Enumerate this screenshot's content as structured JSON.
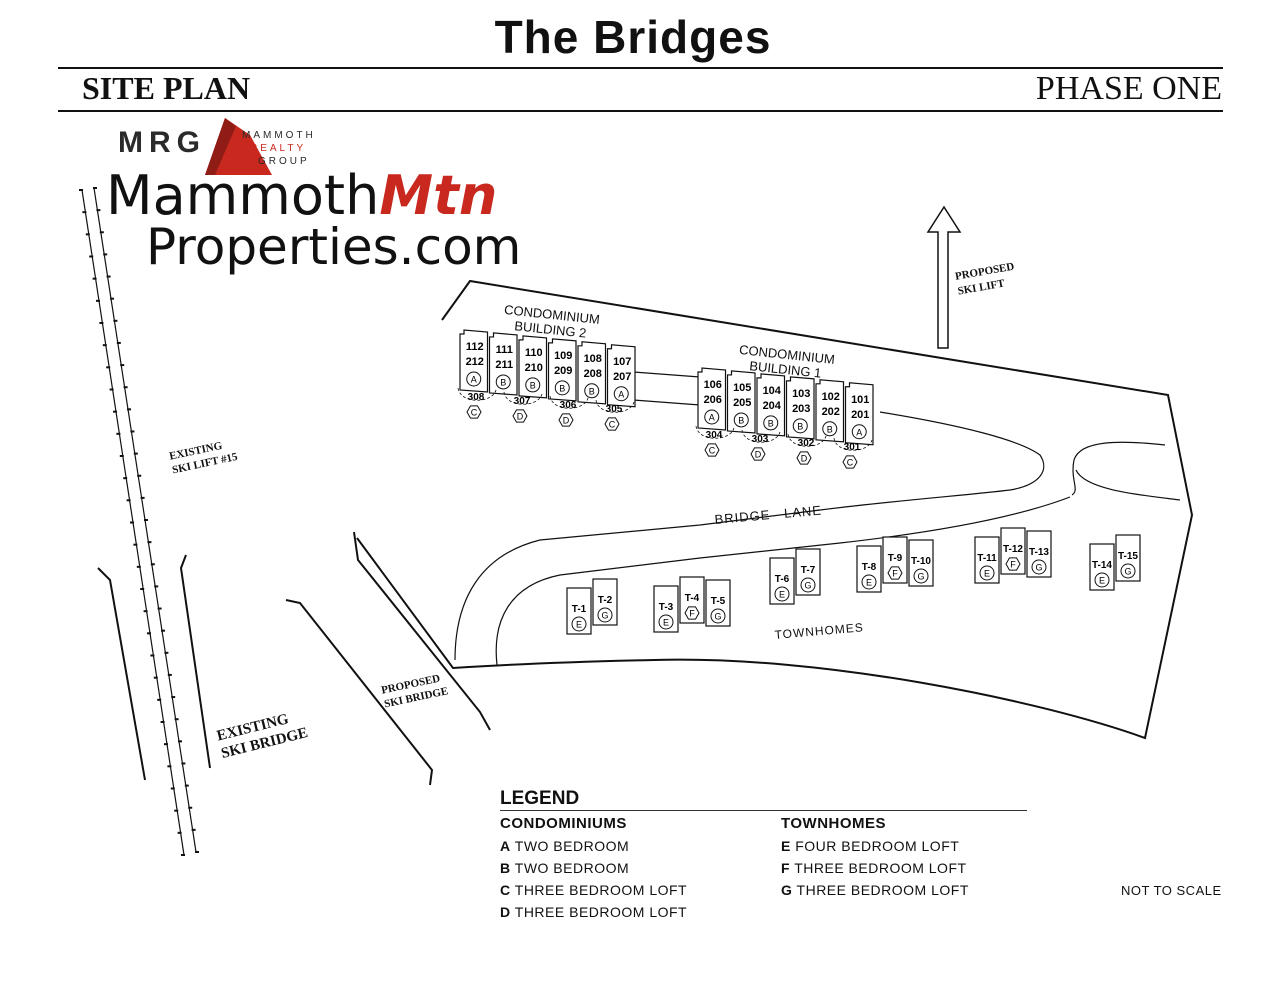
{
  "header": {
    "title": "The Bridges",
    "left_label": "SITE PLAN",
    "right_label": "PHASE ONE"
  },
  "logo": {
    "mrg": "MRG",
    "line1": "MAMMOTH",
    "line2": "REALTY",
    "line3": "GROUP",
    "site_part1": "Mammoth",
    "site_part2": "Mtn",
    "site_part3": "Properties.com",
    "accent_color": "#c8281e"
  },
  "map_labels": {
    "proposed_lift": [
      "PROPOSED",
      "SKI LIFT"
    ],
    "existing_lift": [
      "EXISTING",
      "SKI LIFT #15"
    ],
    "existing_bridge": [
      "EXISTING",
      "SKI BRIDGE"
    ],
    "proposed_bridge": [
      "PROPOSED",
      "SKI BRIDGE"
    ],
    "bridge_lane": "BRIDGE   LANE",
    "townhomes": "TOWNHOMES",
    "building2": [
      "CONDOMINIUM",
      "BUILDING 2"
    ],
    "building1": [
      "CONDOMINIUM",
      "BUILDING 1"
    ]
  },
  "building2_units": [
    {
      "top": "112",
      "bottom": "212",
      "type": "A"
    },
    {
      "top": "111",
      "bottom": "211",
      "type": "B"
    },
    {
      "top": "110",
      "bottom": "210",
      "type": "B"
    },
    {
      "top": "109",
      "bottom": "209",
      "type": "B"
    },
    {
      "top": "108",
      "bottom": "208",
      "type": "B"
    },
    {
      "top": "107",
      "bottom": "207",
      "type": "A"
    }
  ],
  "building2_lofts": [
    {
      "num": "308",
      "type": "C"
    },
    {
      "num": "307",
      "type": "D"
    },
    {
      "num": "306",
      "type": "D"
    },
    {
      "num": "305",
      "type": "C"
    }
  ],
  "building1_units": [
    {
      "top": "106",
      "bottom": "206",
      "type": "A"
    },
    {
      "top": "105",
      "bottom": "205",
      "type": "B"
    },
    {
      "top": "104",
      "bottom": "204",
      "type": "B"
    },
    {
      "top": "103",
      "bottom": "203",
      "type": "B"
    },
    {
      "top": "102",
      "bottom": "202",
      "type": "B"
    },
    {
      "top": "101",
      "bottom": "201",
      "type": "A"
    }
  ],
  "building1_lofts": [
    {
      "num": "304",
      "type": "C"
    },
    {
      "num": "303",
      "type": "D"
    },
    {
      "num": "302",
      "type": "D"
    },
    {
      "num": "301",
      "type": "C"
    }
  ],
  "townhomes": [
    {
      "name": "T-1",
      "type": "E"
    },
    {
      "name": "T-2",
      "type": "G"
    },
    {
      "name": "T-3",
      "type": "E"
    },
    {
      "name": "T-4",
      "type": "F"
    },
    {
      "name": "T-5",
      "type": "G"
    },
    {
      "name": "T-6",
      "type": "E"
    },
    {
      "name": "T-7",
      "type": "G"
    },
    {
      "name": "T-8",
      "type": "E"
    },
    {
      "name": "T-9",
      "type": "F"
    },
    {
      "name": "T-10",
      "type": "G"
    },
    {
      "name": "T-11",
      "type": "E"
    },
    {
      "name": "T-12",
      "type": "F"
    },
    {
      "name": "T-13",
      "type": "G"
    },
    {
      "name": "T-14",
      "type": "E"
    },
    {
      "name": "T-15",
      "type": "G"
    }
  ],
  "legend": {
    "title": "LEGEND",
    "condo_heading": "CONDOMINIUMS",
    "condo_items": [
      {
        "key": "A",
        "label": "TWO BEDROOM"
      },
      {
        "key": "B",
        "label": "TWO BEDROOM"
      },
      {
        "key": "C",
        "label": "THREE BEDROOM LOFT"
      },
      {
        "key": "D",
        "label": "THREE BEDROOM LOFT"
      }
    ],
    "town_heading": "TOWNHOMES",
    "town_items": [
      {
        "key": "E",
        "label": "FOUR BEDROOM LOFT"
      },
      {
        "key": "F",
        "label": "THREE BEDROOM LOFT"
      },
      {
        "key": "G",
        "label": "THREE BEDROOM LOFT"
      }
    ],
    "scale_note": "NOT TO SCALE"
  }
}
